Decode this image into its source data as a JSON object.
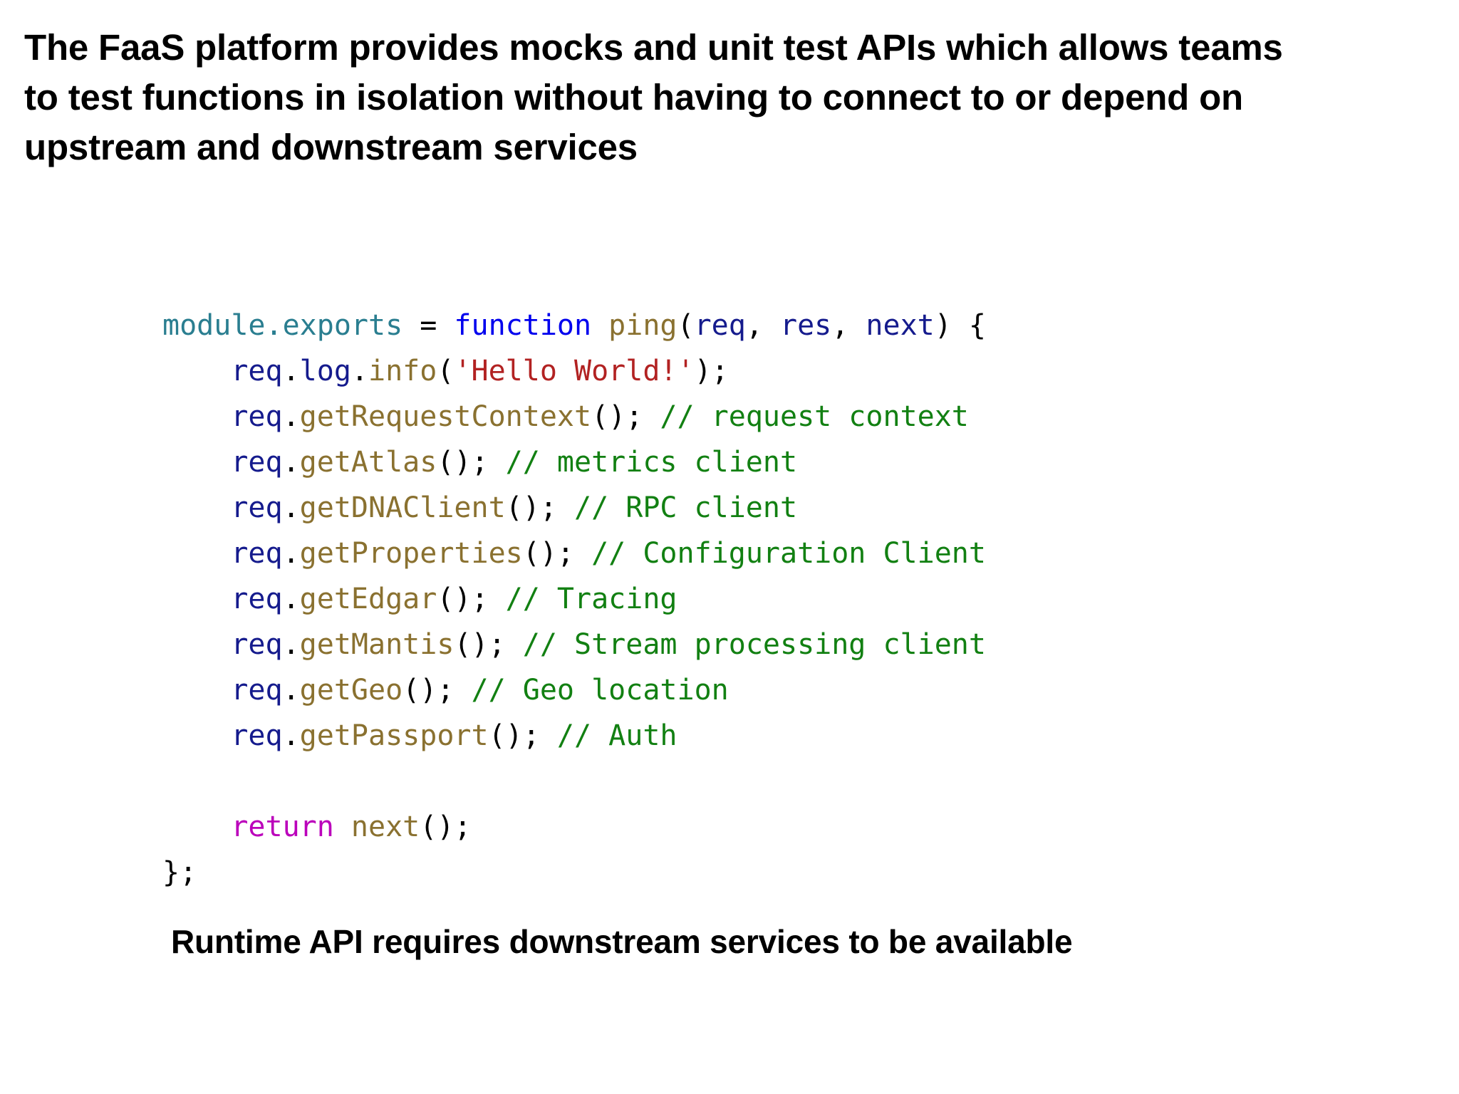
{
  "slide": {
    "background_color": "#ffffff",
    "heading": {
      "full_text": "The FaaS platform provides mocks and unit test APIs which allows teams to test functions in isolation without having to connect to or depend on upstream and downstream services",
      "lines": [
        "The FaaS platform provides mocks and unit test APIs which allows teams",
        "to test functions in isolation without having to connect to or depend on",
        "upstream and downstream services"
      ],
      "color": "#000000"
    },
    "code": {
      "language": "javascript",
      "full_text": "module.exports = function ping(req, res, next) {\n    req.log.info('Hello World!');\n    req.getRequestContext(); // request context\n    req.getAtlas(); // metrics client\n    req.getDNAClient(); // RPC client\n    req.getProperties(); // Configuration Client\n    req.getEdgar(); // Tracing\n    req.getMantis(); // Stream processing client\n    req.getGeo(); // Geo location\n    req.getPassport(); // Auth\n\n    return next();\n};",
      "syntax_colors": {
        "module": "#2a7e90",
        "keyword": "#0000ee",
        "return_keyword": "#bb00bb",
        "function_name": "#8a7130",
        "variable": "#151b8d",
        "string": "#b22222",
        "comment": "#128012",
        "punctuation": "#000000"
      },
      "lines": [
        {
          "id": "line-1",
          "text": "module.exports = function ping(req, res, next) {",
          "tokens": [
            {
              "t": "module.exports",
              "c": "tok-module"
            },
            {
              "t": " = ",
              "c": "tok-plain"
            },
            {
              "t": "function",
              "c": "tok-keyword"
            },
            {
              "t": " ",
              "c": "tok-plain"
            },
            {
              "t": "ping",
              "c": "tok-func"
            },
            {
              "t": "(",
              "c": "tok-plain"
            },
            {
              "t": "req",
              "c": "tok-var"
            },
            {
              "t": ", ",
              "c": "tok-plain"
            },
            {
              "t": "res",
              "c": "tok-var"
            },
            {
              "t": ", ",
              "c": "tok-plain"
            },
            {
              "t": "next",
              "c": "tok-var"
            },
            {
              "t": ") {",
              "c": "tok-plain"
            }
          ]
        },
        {
          "id": "line-2",
          "text": "    req.log.info('Hello World!');",
          "tokens": [
            {
              "t": "    ",
              "c": "tok-plain"
            },
            {
              "t": "req",
              "c": "tok-var"
            },
            {
              "t": ".",
              "c": "tok-plain"
            },
            {
              "t": "log",
              "c": "tok-var"
            },
            {
              "t": ".",
              "c": "tok-plain"
            },
            {
              "t": "info",
              "c": "tok-func"
            },
            {
              "t": "(",
              "c": "tok-plain"
            },
            {
              "t": "'Hello World!'",
              "c": "tok-string"
            },
            {
              "t": ");",
              "c": "tok-plain"
            }
          ]
        },
        {
          "id": "line-3",
          "text": "    req.getRequestContext(); // request context",
          "tokens": [
            {
              "t": "    ",
              "c": "tok-plain"
            },
            {
              "t": "req",
              "c": "tok-var"
            },
            {
              "t": ".",
              "c": "tok-plain"
            },
            {
              "t": "getRequestContext",
              "c": "tok-func"
            },
            {
              "t": "(); ",
              "c": "tok-plain"
            },
            {
              "t": "// request context",
              "c": "tok-comment"
            }
          ]
        },
        {
          "id": "line-4",
          "text": "    req.getAtlas(); // metrics client",
          "tokens": [
            {
              "t": "    ",
              "c": "tok-plain"
            },
            {
              "t": "req",
              "c": "tok-var"
            },
            {
              "t": ".",
              "c": "tok-plain"
            },
            {
              "t": "getAtlas",
              "c": "tok-func"
            },
            {
              "t": "(); ",
              "c": "tok-plain"
            },
            {
              "t": "// metrics client",
              "c": "tok-comment"
            }
          ]
        },
        {
          "id": "line-5",
          "text": "    req.getDNAClient(); // RPC client",
          "tokens": [
            {
              "t": "    ",
              "c": "tok-plain"
            },
            {
              "t": "req",
              "c": "tok-var"
            },
            {
              "t": ".",
              "c": "tok-plain"
            },
            {
              "t": "getDNAClient",
              "c": "tok-func"
            },
            {
              "t": "(); ",
              "c": "tok-plain"
            },
            {
              "t": "// RPC client",
              "c": "tok-comment"
            }
          ]
        },
        {
          "id": "line-6",
          "text": "    req.getProperties(); // Configuration Client",
          "tokens": [
            {
              "t": "    ",
              "c": "tok-plain"
            },
            {
              "t": "req",
              "c": "tok-var"
            },
            {
              "t": ".",
              "c": "tok-plain"
            },
            {
              "t": "getProperties",
              "c": "tok-func"
            },
            {
              "t": "(); ",
              "c": "tok-plain"
            },
            {
              "t": "// Configuration Client",
              "c": "tok-comment"
            }
          ]
        },
        {
          "id": "line-7",
          "text": "    req.getEdgar(); // Tracing",
          "tokens": [
            {
              "t": "    ",
              "c": "tok-plain"
            },
            {
              "t": "req",
              "c": "tok-var"
            },
            {
              "t": ".",
              "c": "tok-plain"
            },
            {
              "t": "getEdgar",
              "c": "tok-func"
            },
            {
              "t": "(); ",
              "c": "tok-plain"
            },
            {
              "t": "// Tracing",
              "c": "tok-comment"
            }
          ]
        },
        {
          "id": "line-8",
          "text": "    req.getMantis(); // Stream processing client",
          "tokens": [
            {
              "t": "    ",
              "c": "tok-plain"
            },
            {
              "t": "req",
              "c": "tok-var"
            },
            {
              "t": ".",
              "c": "tok-plain"
            },
            {
              "t": "getMantis",
              "c": "tok-func"
            },
            {
              "t": "(); ",
              "c": "tok-plain"
            },
            {
              "t": "// Stream processing client",
              "c": "tok-comment"
            }
          ]
        },
        {
          "id": "line-9",
          "text": "    req.getGeo(); // Geo location",
          "tokens": [
            {
              "t": "    ",
              "c": "tok-plain"
            },
            {
              "t": "req",
              "c": "tok-var"
            },
            {
              "t": ".",
              "c": "tok-plain"
            },
            {
              "t": "getGeo",
              "c": "tok-func"
            },
            {
              "t": "(); ",
              "c": "tok-plain"
            },
            {
              "t": "// Geo location",
              "c": "tok-comment"
            }
          ]
        },
        {
          "id": "line-10",
          "text": "    req.getPassport(); // Auth",
          "tokens": [
            {
              "t": "    ",
              "c": "tok-plain"
            },
            {
              "t": "req",
              "c": "tok-var"
            },
            {
              "t": ".",
              "c": "tok-plain"
            },
            {
              "t": "getPassport",
              "c": "tok-func"
            },
            {
              "t": "(); ",
              "c": "tok-plain"
            },
            {
              "t": "// Auth",
              "c": "tok-comment"
            }
          ]
        },
        {
          "id": "line-11",
          "text": "",
          "tokens": []
        },
        {
          "id": "line-12",
          "text": "    return next();",
          "tokens": [
            {
              "t": "    ",
              "c": "tok-plain"
            },
            {
              "t": "return",
              "c": "tok-return"
            },
            {
              "t": " ",
              "c": "tok-plain"
            },
            {
              "t": "next",
              "c": "tok-func"
            },
            {
              "t": "();",
              "c": "tok-plain"
            }
          ]
        },
        {
          "id": "line-13",
          "text": "};",
          "tokens": [
            {
              "t": "};",
              "c": "tok-plain"
            }
          ]
        }
      ]
    },
    "caption": {
      "text": "Runtime API requires downstream services to be available",
      "color": "#000000"
    }
  }
}
